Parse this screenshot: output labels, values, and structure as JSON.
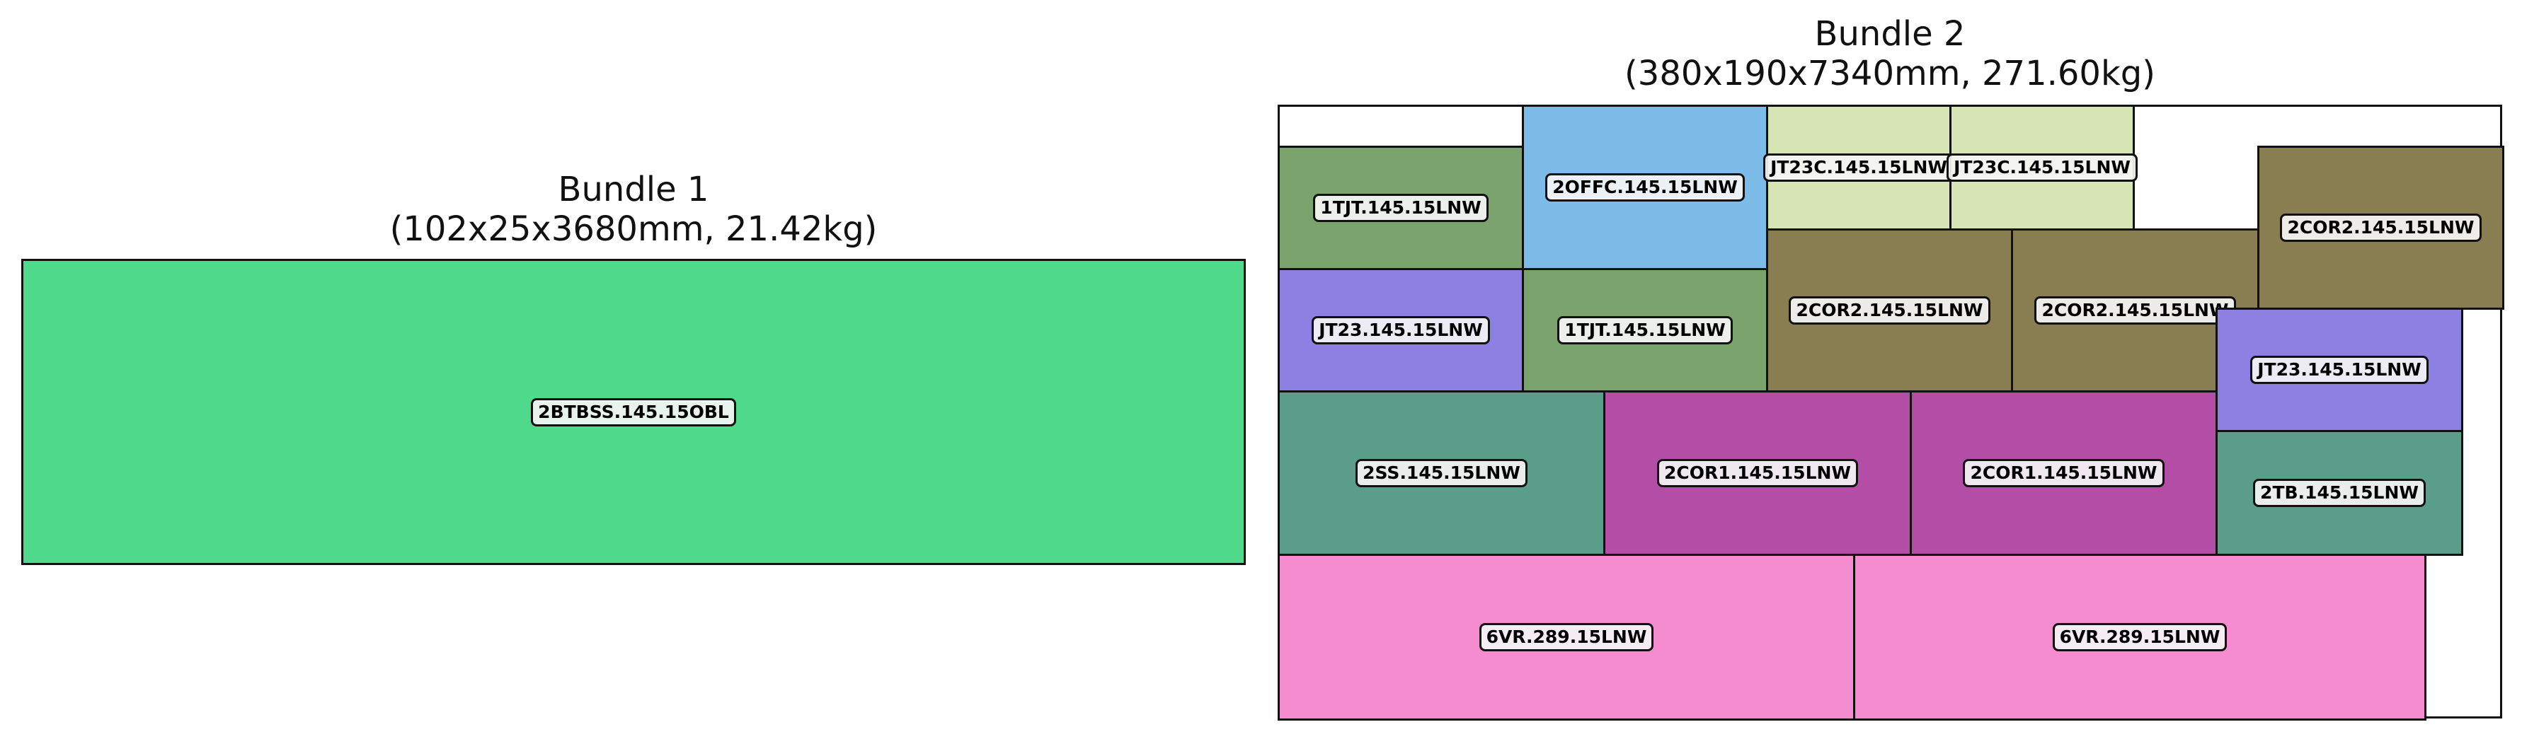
{
  "bundles": [
    {
      "title_line1": "Bundle 1",
      "title_line2": "(102x25x3680mm, 21.42kg)",
      "pieces": [
        {
          "label": "2BTBSS.145.15OBL",
          "color": "#4fd98a"
        }
      ]
    },
    {
      "title_line1": "Bundle 2",
      "title_line2": "(380x190x7340mm, 271.60kg)",
      "pieces": [
        {
          "label": "1TJT.145.15LNW",
          "color": "#7aa36e"
        },
        {
          "label": "2OFFC.145.15LNW",
          "color": "#7dbbe8"
        },
        {
          "label": "JT23C.145.15LNW",
          "color": "#d7e4b5"
        },
        {
          "label": "JT23C.145.15LNW",
          "color": "#d7e4b5"
        },
        {
          "label": "2COR2.145.15LNW",
          "color": "#887e52"
        },
        {
          "label": "JT23.145.15LNW",
          "color": "#8e7fe2"
        },
        {
          "label": "1TJT.145.15LNW",
          "color": "#7aa36e"
        },
        {
          "label": "2COR2.145.15LNW",
          "color": "#887e52"
        },
        {
          "label": "2COR2.145.15LNW",
          "color": "#887e52"
        },
        {
          "label": "JT23.145.15LNW",
          "color": "#8e7fe2"
        },
        {
          "label": "2SS.145.15LNW",
          "color": "#5a9e8a"
        },
        {
          "label": "2COR1.145.15LNW",
          "color": "#b34da6"
        },
        {
          "label": "2COR1.145.15LNW",
          "color": "#b34da6"
        },
        {
          "label": "2TB.145.15LNW",
          "color": "#5a9e8a"
        },
        {
          "label": "6VR.289.15LNW",
          "color": "#f58ccf"
        },
        {
          "label": "6VR.289.15LNW",
          "color": "#f58ccf"
        }
      ]
    }
  ]
}
